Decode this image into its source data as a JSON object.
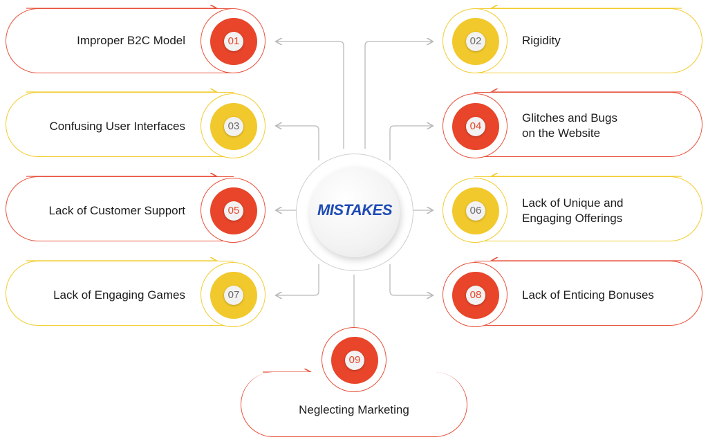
{
  "center": {
    "title": "MISTAKES"
  },
  "colors": {
    "red": "#e8452a",
    "yellow": "#f2c92c",
    "connector": "#b9b9b9",
    "title": "#1f4bb5"
  },
  "items": [
    {
      "num": "01",
      "label": "Improper B2C Model",
      "color": "red"
    },
    {
      "num": "02",
      "label": "Rigidity",
      "color": "yellow"
    },
    {
      "num": "03",
      "label": "Confusing User Interfaces",
      "color": "yellow"
    },
    {
      "num": "04",
      "label_line1": "Glitches and Bugs",
      "label_line2": "on the Website",
      "color": "red"
    },
    {
      "num": "05",
      "label": "Lack of Customer Support",
      "color": "red"
    },
    {
      "num": "06",
      "label_line1": "Lack of Unique and",
      "label_line2": "Engaging Offerings",
      "color": "yellow"
    },
    {
      "num": "07",
      "label": "Lack of Engaging Games",
      "color": "yellow"
    },
    {
      "num": "08",
      "label": "Lack of Enticing Bonuses",
      "color": "red"
    },
    {
      "num": "09",
      "label": "Neglecting Marketing",
      "color": "red"
    }
  ]
}
